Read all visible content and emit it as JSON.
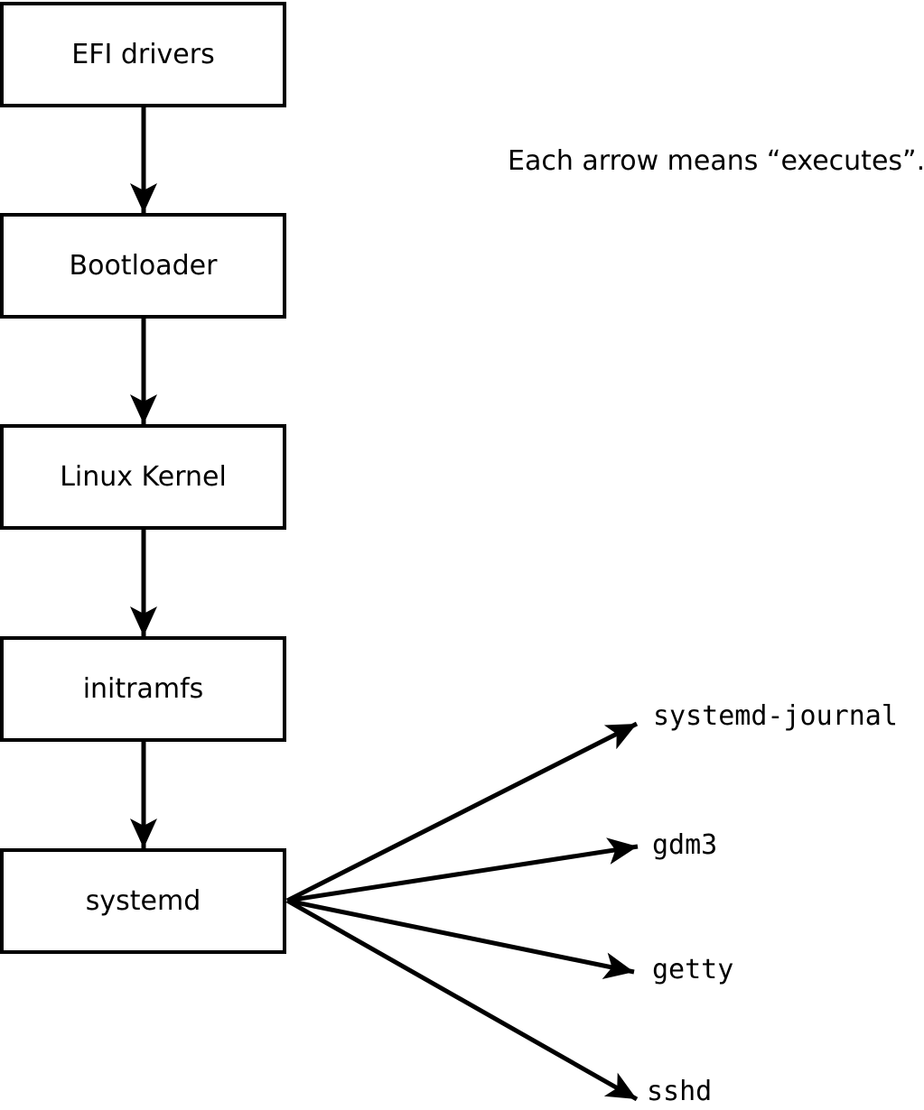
{
  "diagram": {
    "note": "Each arrow means “executes”.",
    "chain": [
      {
        "id": "efi-drivers",
        "label": "EFI drivers"
      },
      {
        "id": "bootloader",
        "label": "Bootloader"
      },
      {
        "id": "linux-kernel",
        "label": "Linux Kernel"
      },
      {
        "id": "initramfs",
        "label": "initramfs"
      },
      {
        "id": "systemd",
        "label": "systemd"
      }
    ],
    "spawned_processes": [
      {
        "id": "systemd-journal",
        "label": "systemd-journal"
      },
      {
        "id": "gdm3",
        "label": "gdm3"
      },
      {
        "id": "getty",
        "label": "getty"
      },
      {
        "id": "sshd",
        "label": "sshd"
      }
    ],
    "colors": {
      "line": "#000000",
      "box_fill": "#ffffff",
      "text": "#000000",
      "background": "#ffffff"
    }
  }
}
